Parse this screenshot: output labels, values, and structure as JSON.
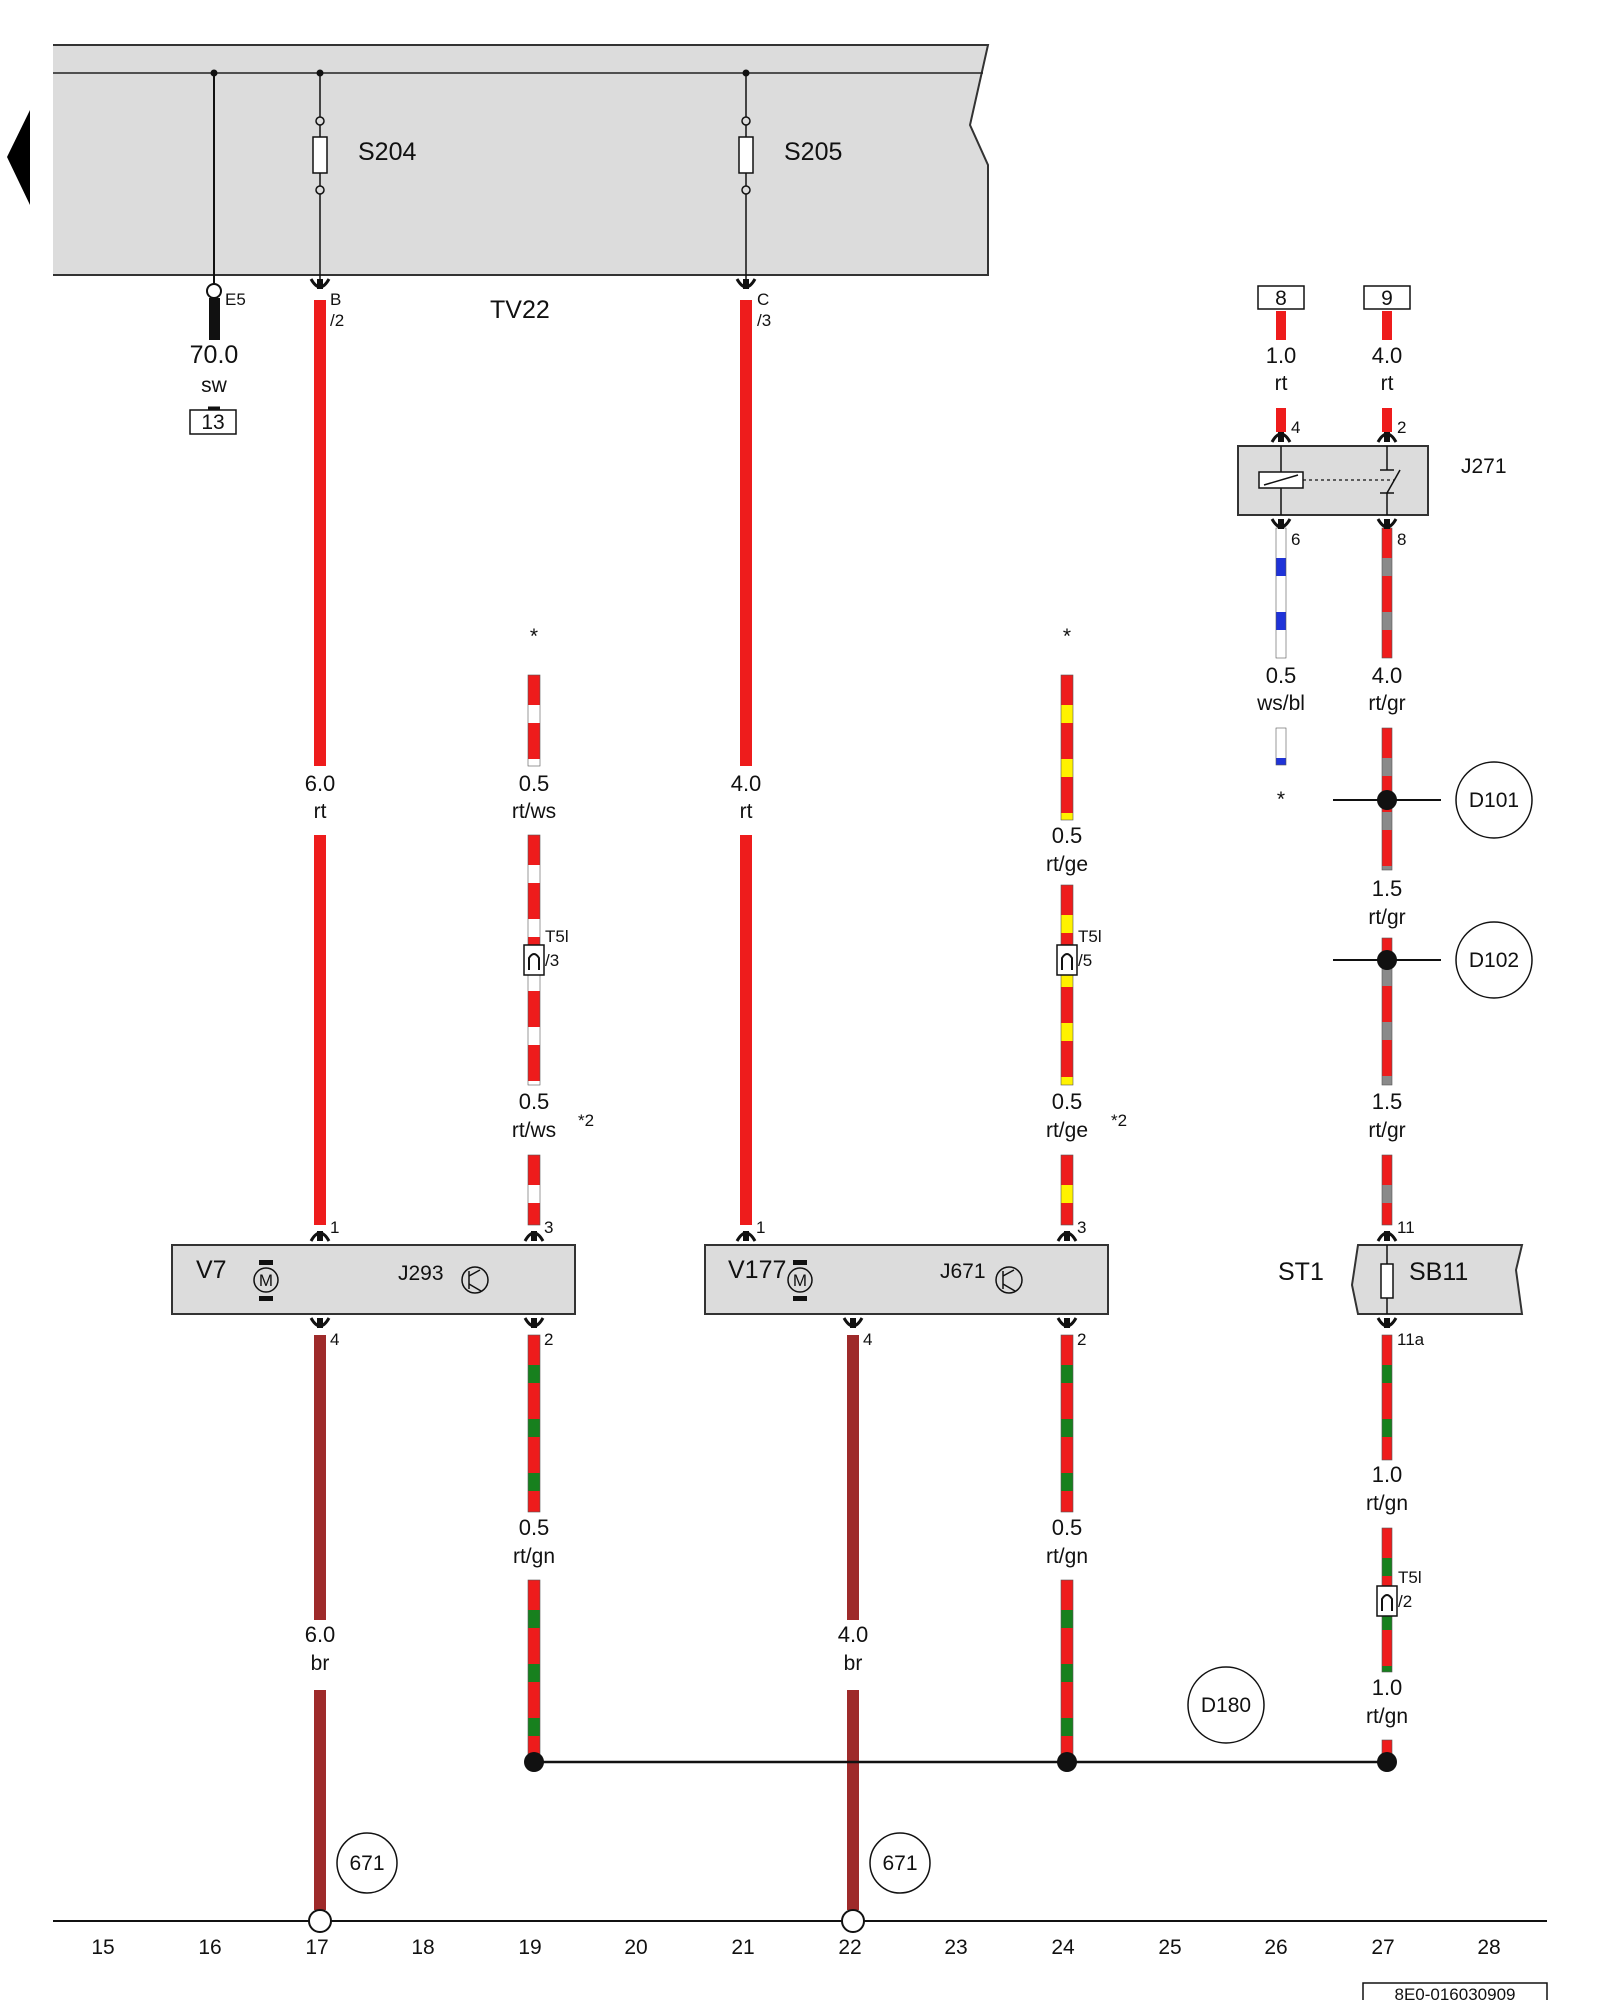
{
  "colors": {
    "rt": "#ee1c1c",
    "ws": "#ffffff",
    "ge": "#fff200",
    "gn": "#17801e",
    "bl": "#1f33d8",
    "gr": "#8a8a8a",
    "br": "#9e2a2a",
    "sw": "#111111",
    "box_fill": "#dcdcdc"
  },
  "top": {
    "fuse1": "S204",
    "fuse2": "S205",
    "fuse_holder": "TV22",
    "e5_pin": "E5",
    "pin_b": "B",
    "pin_b_num": "/2",
    "pin_c": "C",
    "pin_c_num": "/3",
    "sw_size": "70.0",
    "sw_color": "sw",
    "sw_ref": "13"
  },
  "wires": [
    {
      "size": "6.0",
      "color": "rt"
    },
    {
      "size": "0.5",
      "color": "rt/ws"
    },
    {
      "size": "0.5",
      "color": "rt/ws"
    },
    {
      "size": "4.0",
      "color": "rt"
    },
    {
      "size": "0.5",
      "color": "rt/ge"
    },
    {
      "size": "0.5",
      "color": "rt/ge"
    },
    {
      "size": "1.0",
      "color": "rt"
    },
    {
      "size": "4.0",
      "color": "rt"
    },
    {
      "size": "0.5",
      "color": "ws/bl"
    },
    {
      "size": "4.0",
      "color": "rt/gr"
    },
    {
      "size": "1.5",
      "color": "rt/gr"
    },
    {
      "size": "1.5",
      "color": "rt/gr"
    },
    {
      "size": "1.0",
      "color": "rt/gn"
    },
    {
      "size": "1.0",
      "color": "rt/gn"
    },
    {
      "size": "0.5",
      "color": "rt/gn"
    },
    {
      "size": "0.5",
      "color": "rt/gn"
    },
    {
      "size": "6.0",
      "color": "br"
    },
    {
      "size": "4.0",
      "color": "br"
    }
  ],
  "markers": {
    "star": "*",
    "star2": "*2",
    "t5l": "T5l",
    "t5l_pin3": "/3",
    "t5l_pin5": "/5",
    "t5l_pin2": "/2"
  },
  "components": {
    "v7": "V7",
    "j293": "J293",
    "v177": "V177",
    "j671": "J671",
    "j271": "J271",
    "st1": "ST1",
    "sb11": "SB11",
    "motor": "M"
  },
  "pins": {
    "p1": "1",
    "p3": "3",
    "p4": "4",
    "p2": "2",
    "p6": "6",
    "p8": "8",
    "p11": "11",
    "p11a": "11a"
  },
  "refs": {
    "r8": "8",
    "r9": "9",
    "d101": "D101",
    "d102": "D102",
    "d180": "D180",
    "g671": "671"
  },
  "columns": [
    "15",
    "16",
    "17",
    "18",
    "19",
    "20",
    "21",
    "22",
    "23",
    "24",
    "25",
    "26",
    "27",
    "28"
  ],
  "footer_code": "8E0-016030909"
}
